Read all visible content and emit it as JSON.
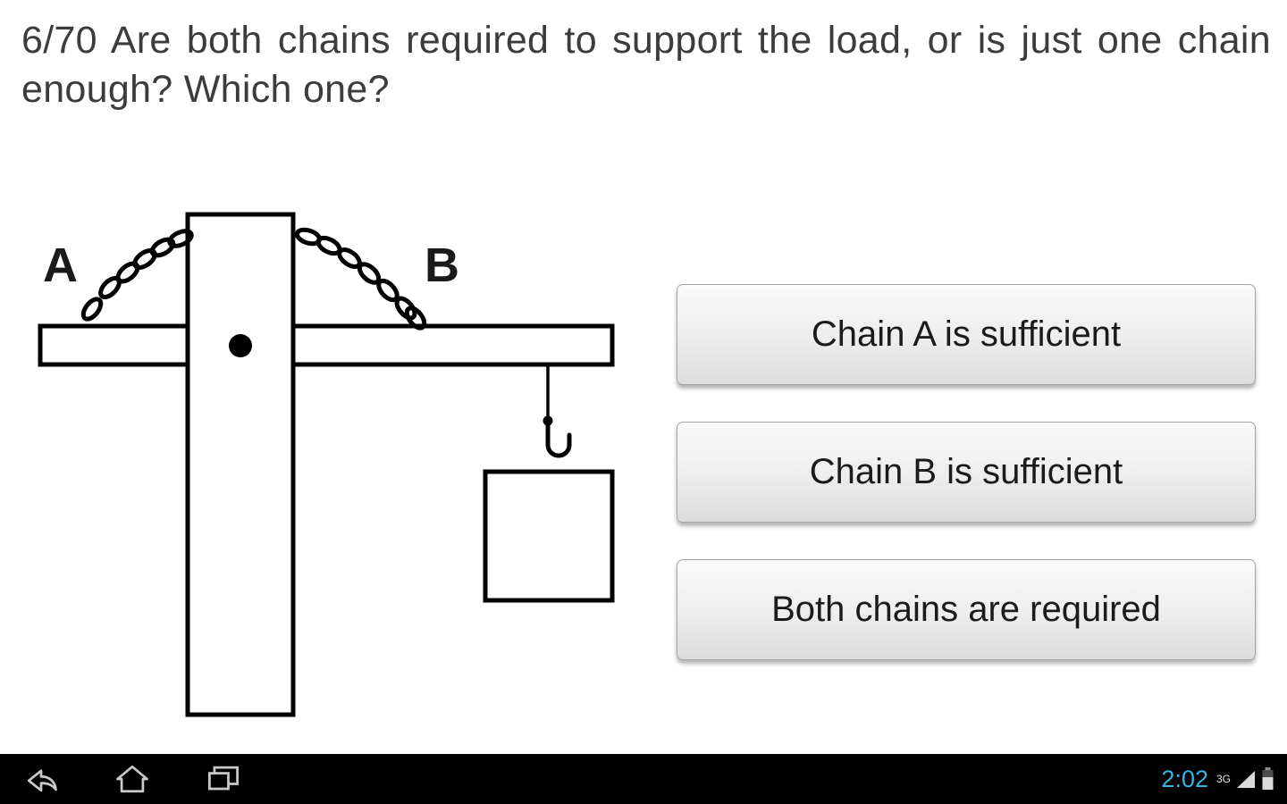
{
  "question": {
    "text": "6/70 Are both chains required to support the load, or is just one chain enough? Which one?"
  },
  "diagram": {
    "chain_a_label": "A",
    "chain_b_label": "B"
  },
  "answers": [
    {
      "label": "Chain A is sufficient"
    },
    {
      "label": "Chain B is sufficient"
    },
    {
      "label": "Both chains are required"
    }
  ],
  "navbar": {
    "clock": "2:02",
    "network": "3G",
    "icons": {
      "back": "back-icon",
      "home": "home-icon",
      "recents": "recents-icon",
      "signal": "signal-icon",
      "battery": "battery-icon"
    }
  },
  "colors": {
    "clock_accent": "#33b5e5",
    "question_text": "#3c3c3c",
    "diagram_stroke": "#000000"
  }
}
